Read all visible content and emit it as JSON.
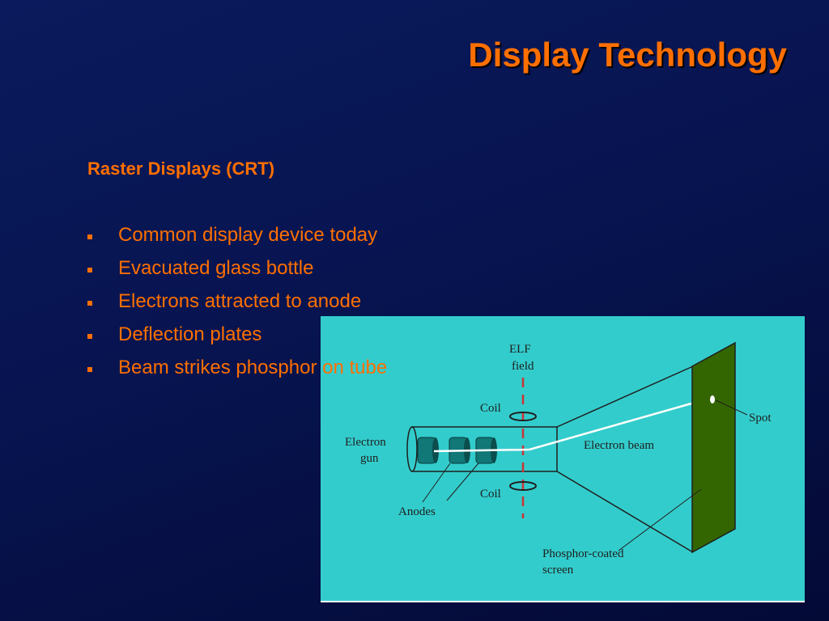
{
  "slide": {
    "title": "Display Technology",
    "subtitle": "Raster Displays (CRT)",
    "bullets": [
      "Common display device today",
      "Evacuated glass bottle",
      "Electrons attracted to anode",
      "Deflection plates",
      "Beam strikes phosphor on tube"
    ]
  },
  "diagram": {
    "labels": {
      "elf_line1": "ELF",
      "elf_line2": "field",
      "coil_top": "Coil",
      "coil_bottom": "Coil",
      "electron_gun_line1": "Electron",
      "electron_gun_line2": "gun",
      "electron_beam": "Electron beam",
      "spot": "Spot",
      "anodes": "Anodes",
      "phosphor_line1": "Phosphor-coated",
      "phosphor_line2": "screen"
    }
  },
  "colors": {
    "accent": "#ff6f00",
    "background": "#071450",
    "diagram_background": "#33cccc",
    "screen": "#336600",
    "anode": "#117777",
    "field_line": "#cc3333"
  }
}
